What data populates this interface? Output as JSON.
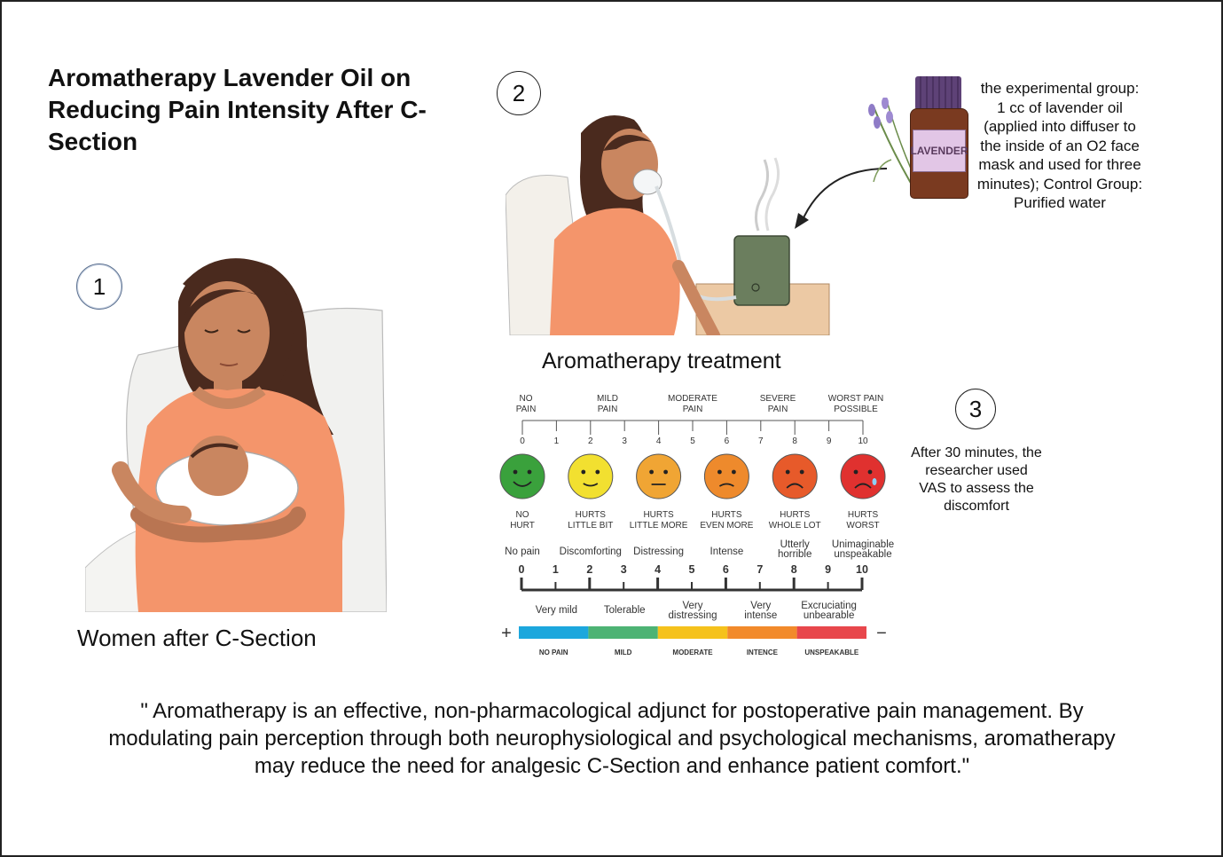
{
  "title": "Aromatherapy Lavender Oil on Reducing Pain Intensity After C-Section",
  "steps": {
    "one": "1",
    "two": "2",
    "three": "3"
  },
  "captions": {
    "women": "Women after C-Section",
    "treatment": "Aromatherapy treatment"
  },
  "bottle_label": "LAVENDER",
  "treatment_note": "the experimental group: 1 cc of lavender oil (applied into diffuser to the inside of an O2 face mask and used for three minutes); Control Group: Purified water",
  "vas_note": "After 30 minutes, the researcher used VAS to assess the discomfort",
  "quote": "\" Aromatherapy is an effective, non-pharmacological adjunct for postoperative pain management. By modulating pain perception through both neurophysiological and psychological mechanisms, aromatherapy may reduce the need for analgesic C-Section  and enhance patient comfort.\"",
  "faces_scale": {
    "top_labels": [
      {
        "l1": "NO",
        "l2": "PAIN",
        "at": 0
      },
      {
        "l1": "MILD",
        "l2": "PAIN",
        "at": 2.5
      },
      {
        "l1": "MODERATE",
        "l2": "PAIN",
        "at": 5
      },
      {
        "l1": "SEVERE",
        "l2": "PAIN",
        "at": 7.5
      },
      {
        "l1": "WORST PAIN",
        "l2": "POSSIBLE",
        "at": 10
      }
    ],
    "ticks": [
      "0",
      "1",
      "2",
      "3",
      "4",
      "5",
      "6",
      "7",
      "8",
      "9",
      "10"
    ],
    "faces": [
      {
        "l1": "NO",
        "l2": "HURT",
        "color": "#3aa13c",
        "mood": "happy",
        "at": 0
      },
      {
        "l1": "HURTS",
        "l2": "LITTLE BIT",
        "color": "#f2e030",
        "mood": "smile",
        "at": 2
      },
      {
        "l1": "HURTS",
        "l2": "LITTLE MORE",
        "color": "#f0a534",
        "mood": "neutral",
        "at": 4
      },
      {
        "l1": "HURTS",
        "l2": "EVEN MORE",
        "color": "#ee8a2c",
        "mood": "slight-sad",
        "at": 6
      },
      {
        "l1": "HURTS",
        "l2": "WHOLE LOT",
        "color": "#e75a2a",
        "mood": "sad",
        "at": 8
      },
      {
        "l1": "HURTS",
        "l2": "WORST",
        "color": "#e0312f",
        "mood": "crying",
        "at": 10
      }
    ]
  },
  "vas_scale": {
    "upper_labels": [
      {
        "l1": "No pain",
        "l2": "",
        "at": 0
      },
      {
        "l1": "Discomforting",
        "l2": "",
        "at": 2
      },
      {
        "l1": "Distressing",
        "l2": "",
        "at": 4
      },
      {
        "l1": "Intense",
        "l2": "",
        "at": 6
      },
      {
        "l1": "Utterly",
        "l2": "horrible",
        "at": 8
      },
      {
        "l1": "Unimaginable",
        "l2": "unspeakable",
        "at": 10
      }
    ],
    "numbers": [
      "0",
      "1",
      "2",
      "3",
      "4",
      "5",
      "6",
      "7",
      "8",
      "9",
      "10"
    ],
    "lower_labels": [
      {
        "l1": "Very mild",
        "l2": "",
        "at": 1
      },
      {
        "l1": "Tolerable",
        "l2": "",
        "at": 3
      },
      {
        "l1": "Very",
        "l2": "distressing",
        "at": 5
      },
      {
        "l1": "Very",
        "l2": "intense",
        "at": 7
      },
      {
        "l1": "Excruciating",
        "l2": "unbearable",
        "at": 9
      }
    ],
    "plus": "+",
    "minus": "−",
    "bands": [
      {
        "label": "NO PAIN",
        "color": "#1ca7dd"
      },
      {
        "label": "MILD",
        "color": "#4db374"
      },
      {
        "label": "MODERATE",
        "color": "#f5c21c"
      },
      {
        "label": "INTENCE",
        "color": "#f28a2b"
      },
      {
        "label": "UNSPEAKABLE",
        "color": "#e8474c"
      }
    ]
  }
}
